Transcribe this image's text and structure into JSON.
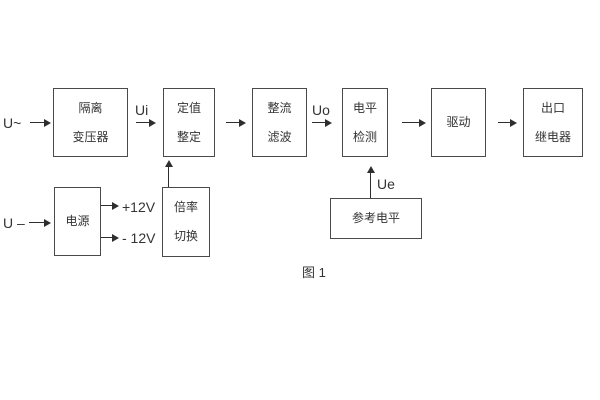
{
  "diagram": {
    "caption": "图 1",
    "inputs": {
      "ac": "U~",
      "dc": "U –"
    },
    "signals": {
      "ui": "Ui",
      "uo": "Uo",
      "ue": "Ue"
    },
    "rails": {
      "plus": "+12V",
      "minus": "- 12V"
    },
    "blocks": {
      "isolation": {
        "line1": "隔离",
        "line2": "变压器"
      },
      "setpoint": {
        "line1": "定值",
        "line2": "整定"
      },
      "rectifier": {
        "line1": "整流",
        "line2": "滤波"
      },
      "level": {
        "line1": "电平",
        "line2": "检测"
      },
      "drive": {
        "line1": "驱动"
      },
      "relay": {
        "line1": "出口",
        "line2": "继电器"
      },
      "power": {
        "line1": "电源"
      },
      "multiplier": {
        "line1": "倍率",
        "line2": "切换"
      },
      "reference": {
        "line1": "参考电平"
      }
    },
    "colors": {
      "background": "#ffffff",
      "border": "#4a4a4a",
      "text": "#333333",
      "line": "#2e2e2e"
    }
  }
}
